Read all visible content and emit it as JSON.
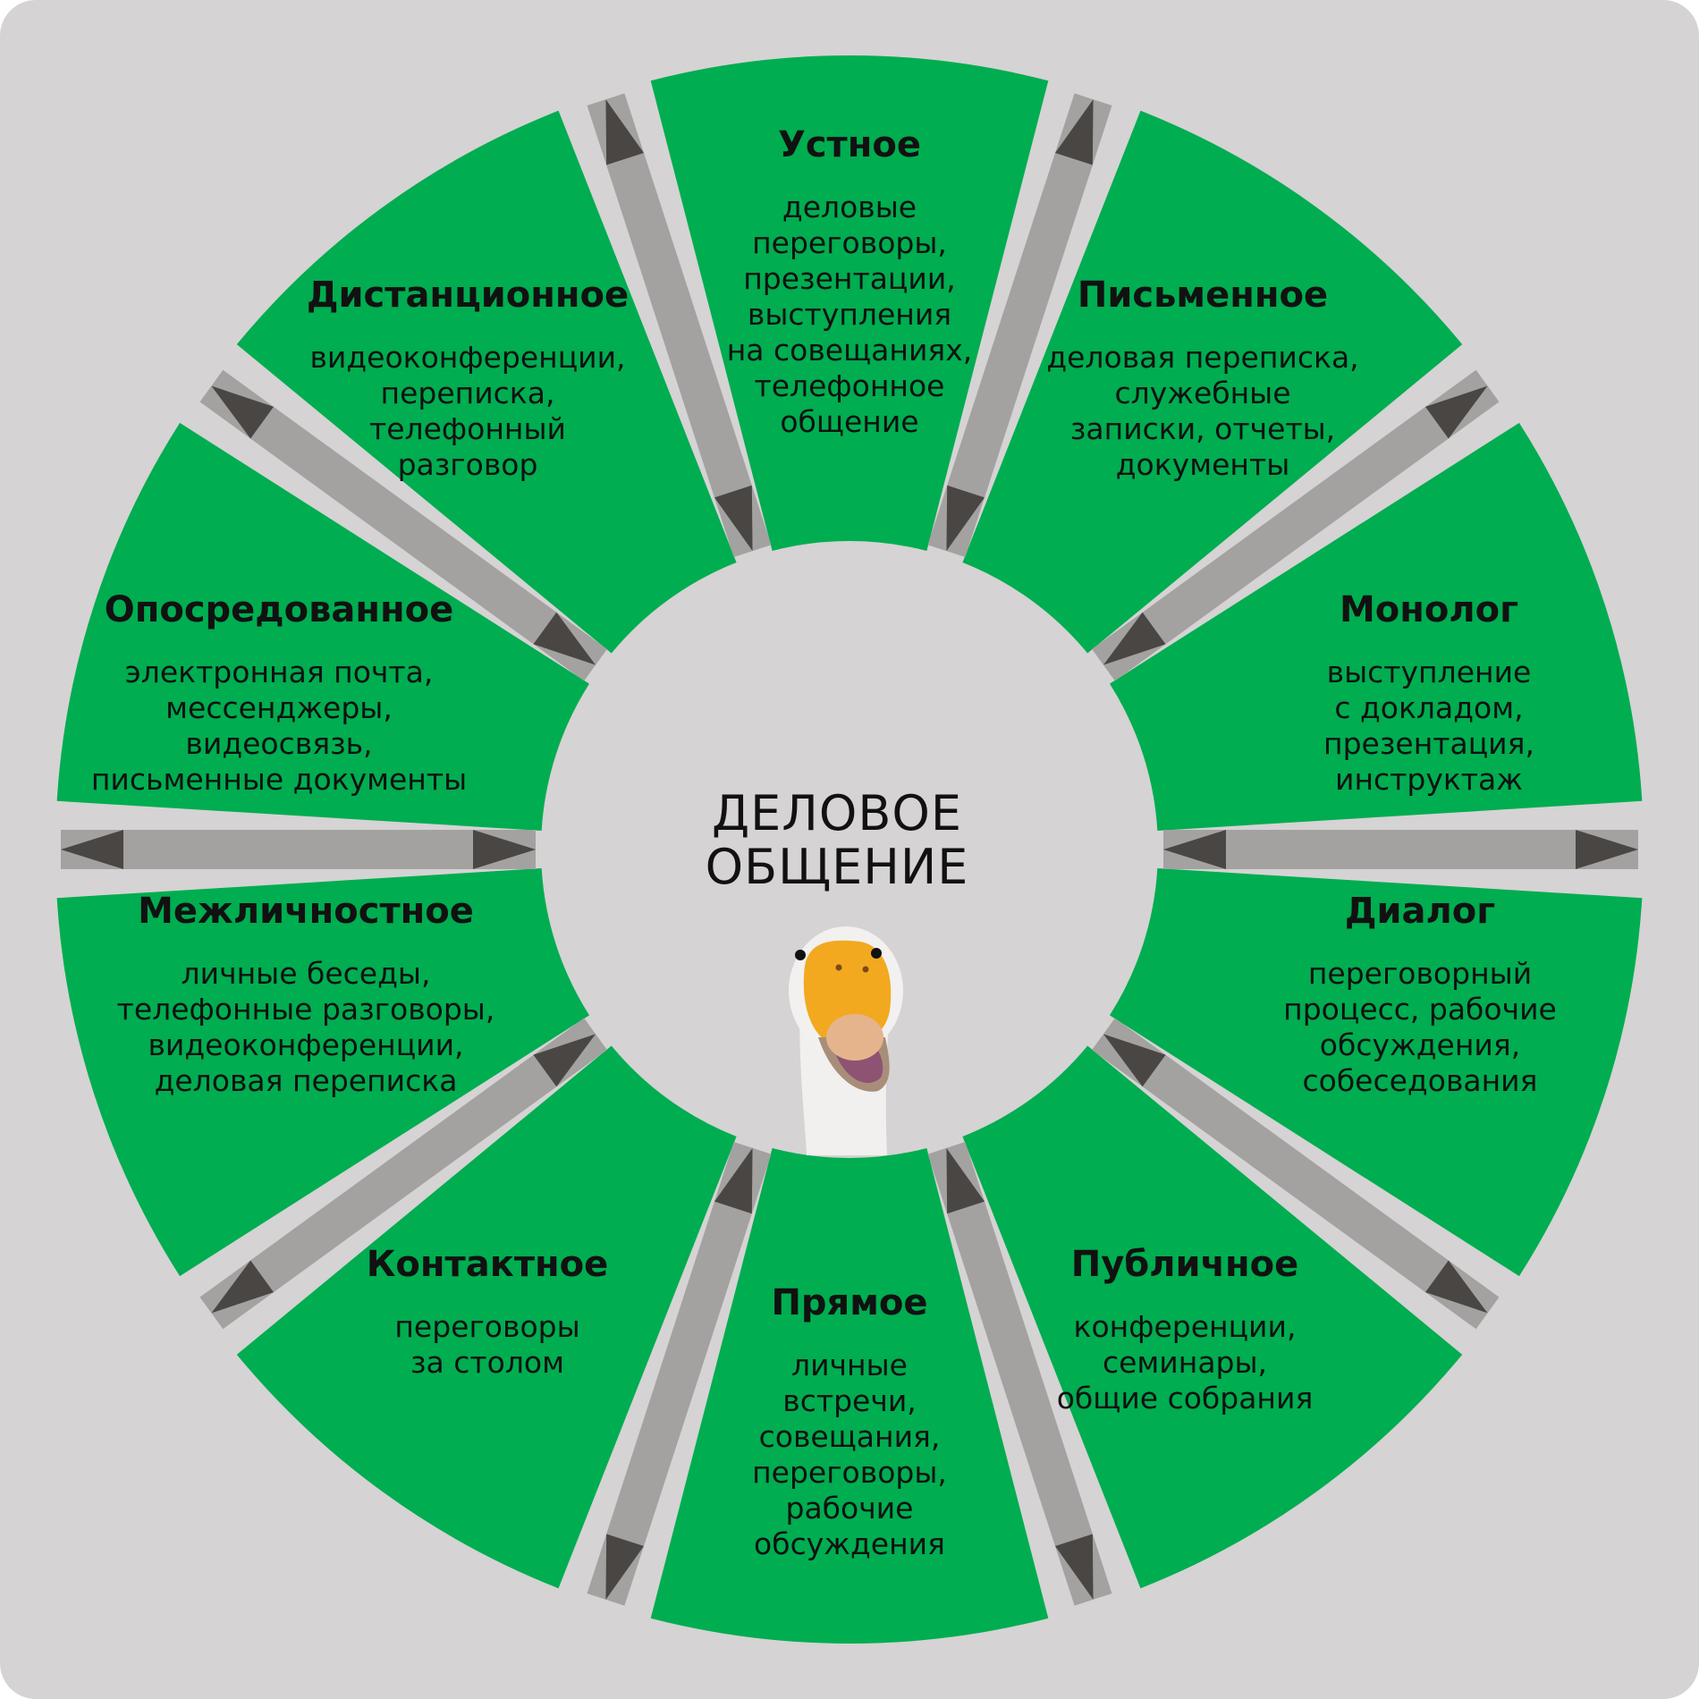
{
  "diagram": {
    "center_title": [
      "ДЕЛОВОЕ",
      "ОБЩЕНИЕ"
    ],
    "segments": [
      {
        "title": "Устное",
        "lines": [
          "деловые",
          "переговоры,",
          "презентации,",
          "выступления",
          "на совещаниях,",
          "телефонное",
          "общение"
        ]
      },
      {
        "title": "Письменное",
        "lines": [
          "деловая переписка,",
          "служебные",
          "записки, отчеты,",
          "документы"
        ]
      },
      {
        "title": "Монолог",
        "lines": [
          "выступление",
          "с докладом,",
          "презентация,",
          "инструктаж"
        ]
      },
      {
        "title": "Диалог",
        "lines": [
          "переговорный",
          "процесс, рабочие",
          "обсуждения,",
          "собеседования"
        ]
      },
      {
        "title": "Публичное",
        "lines": [
          "конференции,",
          "семинары,",
          "общие собрания"
        ]
      },
      {
        "title": "Прямое",
        "lines": [
          "личные",
          "встречи,",
          "совещания,",
          "переговоры,",
          "рабочие",
          "обсуждения"
        ]
      },
      {
        "title": "Контактное",
        "lines": [
          "переговоры",
          "за столом"
        ]
      },
      {
        "title": "Межличностное",
        "lines": [
          "личные беседы,",
          "телефонные разговоры,",
          "видеоконференции,",
          "деловая переписка"
        ]
      },
      {
        "title": "Опосредованное",
        "lines": [
          "электронная почта,",
          "мессенджеры,",
          "видеосвязь,",
          "письменные документы"
        ]
      },
      {
        "title": "Дистанционное",
        "lines": [
          "видеоконференции,",
          "переписка,",
          "телефонный",
          "разговор"
        ]
      }
    ]
  },
  "colors": {
    "background": "#d5d3d4",
    "segment": "#00ad50",
    "arrow_shaft": "#a3a2a0",
    "arrow_head": "#4a4643",
    "text": "#111111"
  },
  "mascot": {
    "name": "goose-mascot"
  }
}
